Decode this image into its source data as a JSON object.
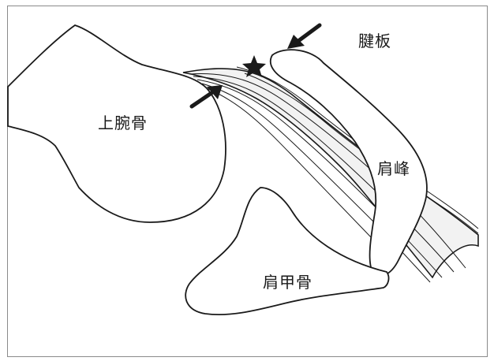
{
  "figure": {
    "labels": {
      "humerus": "上腕骨",
      "tendon_plate": "腱板",
      "acromion": "肩峰",
      "scapula": "肩甲骨"
    },
    "colors": {
      "line": "#1a1a1a",
      "tendon_fill": "#f2f2f2",
      "frame": "#8a8a8a"
    },
    "icons": [
      "arrow-icon",
      "arrow-icon",
      "star-icon"
    ]
  }
}
